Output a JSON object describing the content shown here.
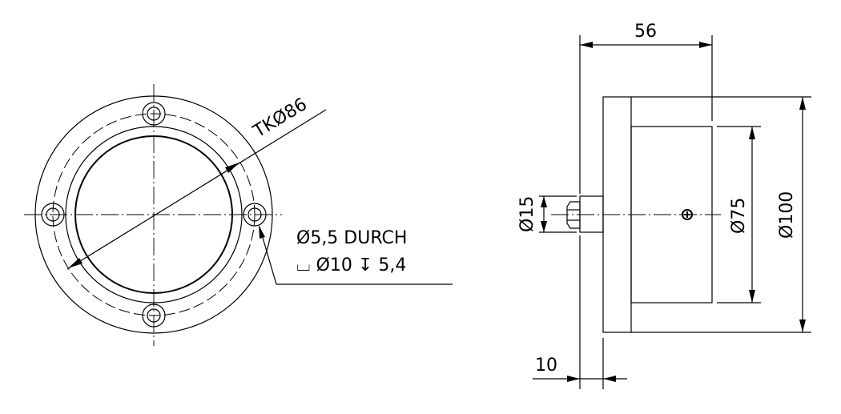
{
  "drawing": {
    "front_view": {
      "bolt_circle_label": "TKØ86",
      "hole_callout_line1": "Ø5,5 DURCH",
      "hole_callout_line2": "⌴ Ø10 ↧ 5,4"
    },
    "side_view": {
      "overall_length": "56",
      "flange_thickness": "10",
      "fitting_diameter": "Ø15",
      "body_diameter": "Ø75",
      "flange_diameter": "Ø100"
    },
    "colors": {
      "line": "#000000",
      "background": "#ffffff"
    }
  }
}
